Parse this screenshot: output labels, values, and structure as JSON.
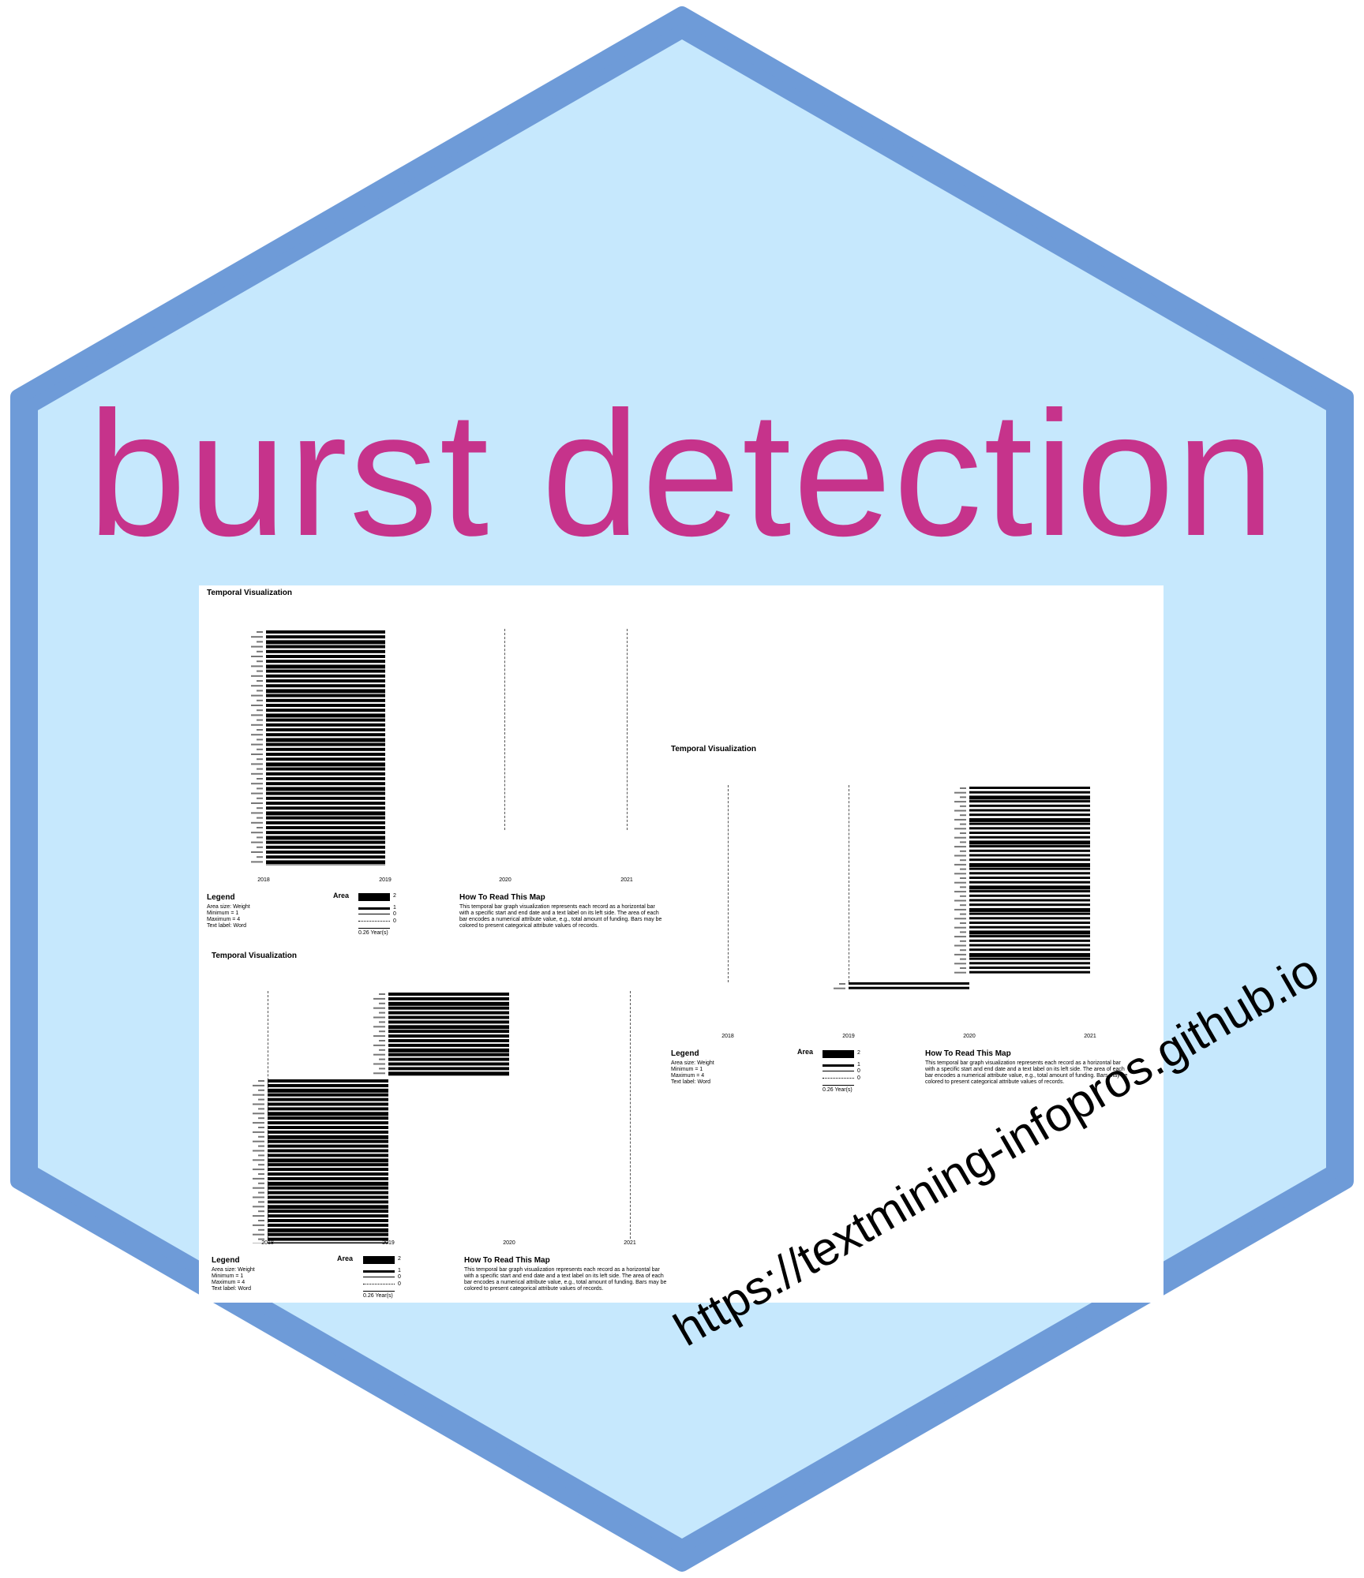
{
  "sticker": {
    "title": "burst detection",
    "url": "https://textmining-infopros.github.io",
    "colors": {
      "hex_fill": "#c6e8fd",
      "hex_border": "#6e9bd8",
      "title_color": "#c6338b",
      "url_color": "#000000"
    }
  },
  "visualizations": [
    {
      "title": "Temporal Visualization",
      "years": [
        "2018",
        "2019",
        "2020",
        "2021"
      ],
      "legend": {
        "title": "Legend",
        "lines": [
          "Area size: Weight",
          "Minimum = 1",
          "Maximum = 4",
          "Text label: Word"
        ]
      },
      "area": {
        "title": "Area",
        "values": [
          "2",
          "1",
          "0",
          "0"
        ],
        "scale": "0.26 Year(s)"
      },
      "howto": {
        "title": "How To Read This Map",
        "text": "This temporal bar graph visualization represents each record as a horizontal bar with a specific start and end date and a text label on its left side. The area of each bar encodes a numerical attribute value, e.g., total amount of funding. Bars may be colored to present categorical attribute values of records."
      }
    },
    {
      "title": "Temporal Visualization",
      "years": [
        "2018",
        "2019",
        "2020",
        "2021"
      ],
      "legend": {
        "title": "Legend",
        "lines": [
          "Area size: Weight",
          "Minimum = 1",
          "Maximum = 4",
          "Text label: Word"
        ]
      },
      "area": {
        "title": "Area",
        "values": [
          "2",
          "1",
          "0",
          "0"
        ],
        "scale": "0.26 Year(s)"
      },
      "howto": {
        "title": "How To Read This Map",
        "text": "This temporal bar graph visualization represents each record as a horizontal bar with a specific start and end date and a text label on its left side. The area of each bar encodes a numerical attribute value, e.g., total amount of funding. Bars may be colored to present categorical attribute values of records."
      }
    },
    {
      "title": "Temporal Visualization",
      "years": [
        "2018",
        "2019",
        "2020",
        "2021"
      ],
      "legend": {
        "title": "Legend",
        "lines": [
          "Area size: Weight",
          "Minimum = 1",
          "Maximum = 4",
          "Text label: Word"
        ]
      },
      "area": {
        "title": "Area",
        "values": [
          "2",
          "1",
          "0",
          "0"
        ],
        "scale": "0.26 Year(s)"
      },
      "howto": {
        "title": "How To Read This Map",
        "text": "This temporal bar graph visualization represents each record as a horizontal bar with a specific start and end date and a text label on its left side. The area of each bar encodes a numerical attribute value, e.g., total amount of funding. Bars may be colored to present categorical attribute values of records."
      }
    }
  ]
}
